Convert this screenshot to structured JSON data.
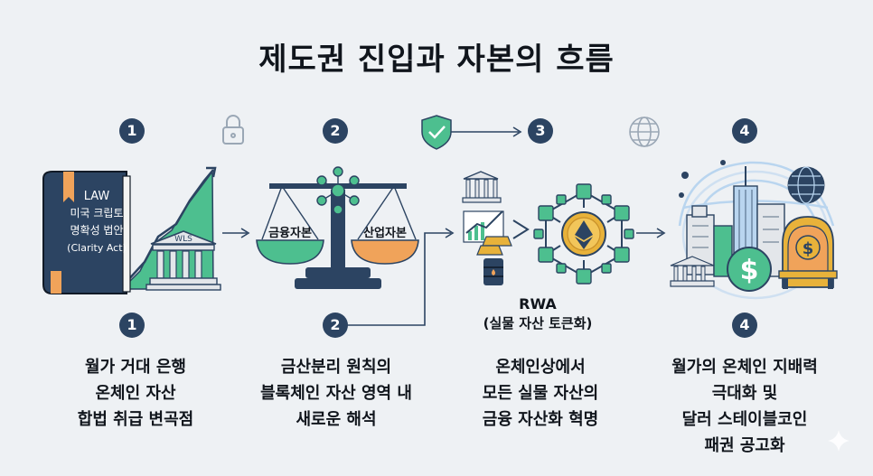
{
  "title": "제도권 진입과 자본의 흐름",
  "steps_top": [
    "1",
    "2",
    "3",
    "4"
  ],
  "steps_mid": [
    "1",
    "2",
    "4"
  ],
  "book": {
    "line1": "LAW",
    "line2": "미국 크립토",
    "line3": "명확성 법안",
    "line4": "(Clarity Act)",
    "bank_label": "WLS"
  },
  "scale": {
    "left_label": "금융자본",
    "right_label": "산업자본"
  },
  "rwa": {
    "title": "RWA",
    "subtitle": "(실물 자산 토큰화)"
  },
  "captions": {
    "c1": [
      "월가 거대 은행",
      "온체인 자산",
      "합법 취급 변곡점"
    ],
    "c2": [
      "금산분리 원칙의",
      "블록체인 자산 영역 내",
      "새로운 해석"
    ],
    "c3": [
      "온체인상에서",
      "모든 실물 자산의",
      "금융 자산화 혁명"
    ],
    "c4": [
      "월가의 온체인 지배력",
      "극대화 및",
      "달러 스테이블코인",
      "패권 공고화"
    ]
  },
  "colors": {
    "navy": "#2c4462",
    "green": "#4dbf8f",
    "orange": "#f0a35a",
    "gold": "#e8b23a",
    "lightblue": "#b9d5ef"
  },
  "icons": [
    "lock-icon",
    "shield-check-icon",
    "globe-icon",
    "dollar-coin-icon",
    "ethereum-icon",
    "bank-icon"
  ]
}
